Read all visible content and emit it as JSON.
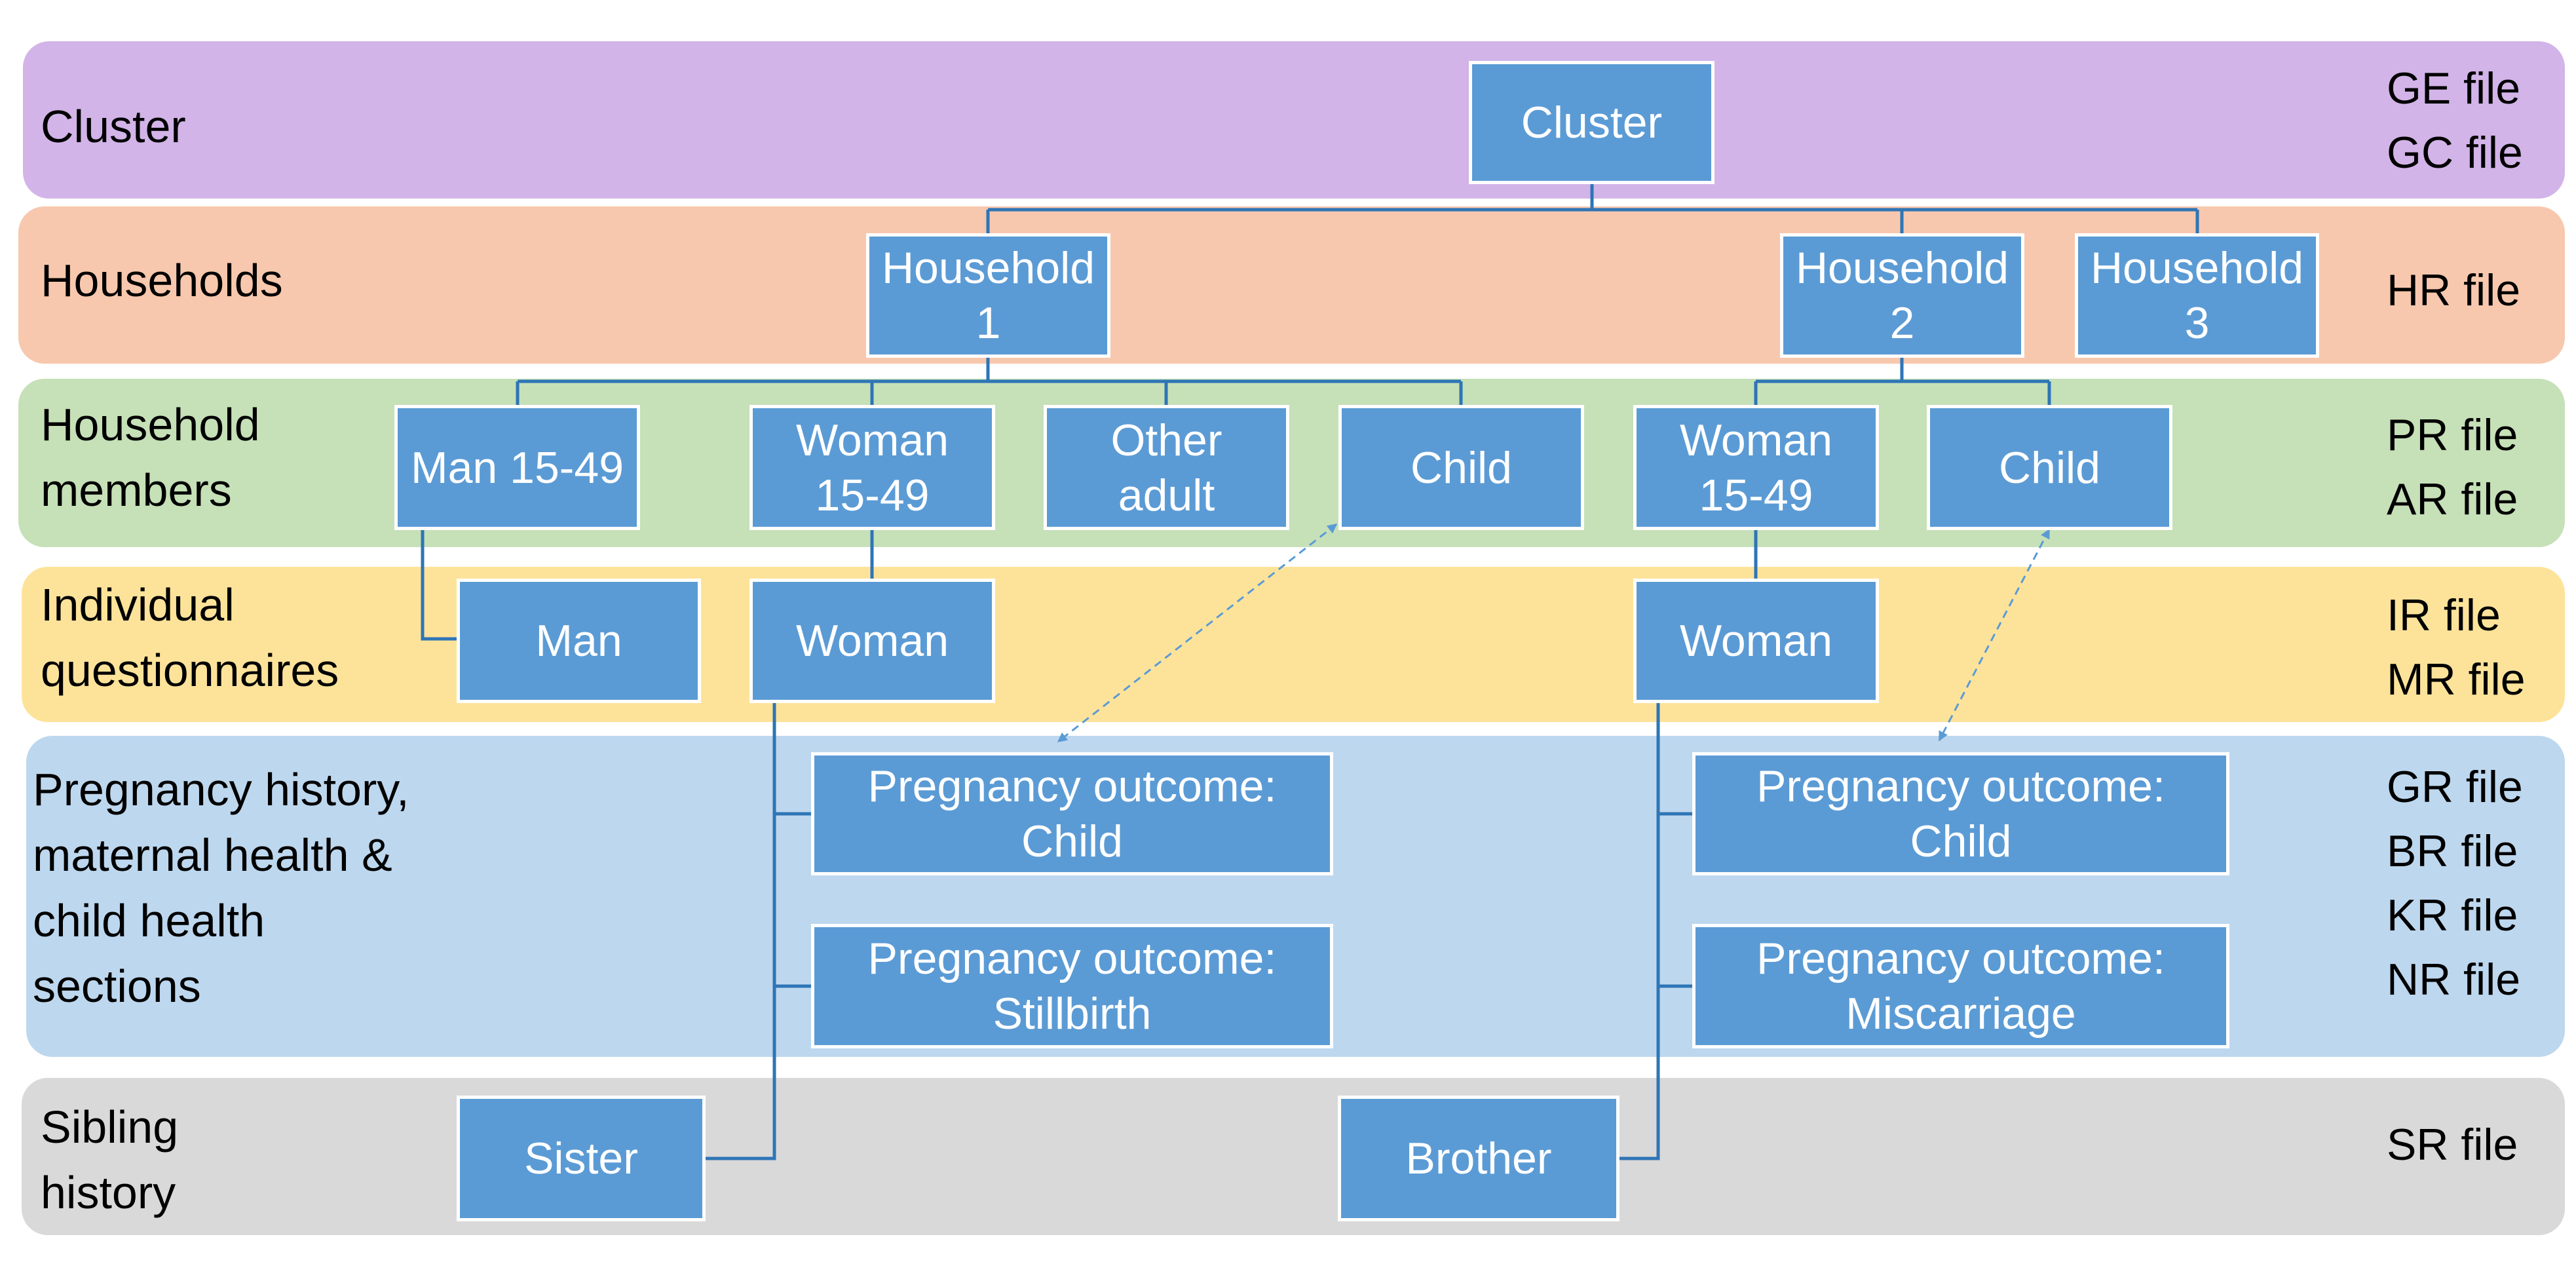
{
  "colors": {
    "cluster_band": "#d2b4e8",
    "households_band": "#f7c8ae",
    "members_band": "#c6e0b8",
    "individual_band": "#fde39a",
    "pregnancy_band": "#bdd7ee",
    "sibling_band": "#d9d9d9",
    "node_fill": "#5b9bd5",
    "node_border": "#ffffff",
    "connector": "#2e75b6"
  },
  "bands": {
    "cluster": {
      "label_lines": [
        "Cluster"
      ],
      "file_lines": [
        "GE file",
        "GC file"
      ]
    },
    "households": {
      "label_lines": [
        "Households"
      ],
      "file_lines": [
        "HR file"
      ]
    },
    "members": {
      "label_lines": [
        "Household",
        "members"
      ],
      "file_lines": [
        "PR file",
        "AR file"
      ]
    },
    "individual": {
      "label_lines": [
        "Individual",
        "questionnaires"
      ],
      "file_lines": [
        "IR file",
        "MR file"
      ]
    },
    "pregnancy": {
      "label_lines": [
        "Pregnancy history,",
        "maternal health &",
        "child health",
        "sections"
      ],
      "file_lines": [
        "GR file",
        "BR file",
        "KR file",
        "NR file"
      ]
    },
    "sibling": {
      "label_lines": [
        "Sibling",
        "history"
      ],
      "file_lines": [
        "SR file"
      ]
    }
  },
  "nodes": {
    "cluster": [
      "Cluster"
    ],
    "household_1": [
      "Household",
      "1"
    ],
    "household_2": [
      "Household",
      "2"
    ],
    "household_3": [
      "Household",
      "3"
    ],
    "man_member": [
      "Man 15-49"
    ],
    "woman_member_1": [
      "Woman",
      "15-49"
    ],
    "other_adult": [
      "Other",
      "adult"
    ],
    "child_member_1": [
      "Child"
    ],
    "woman_member_2": [
      "Woman",
      "15-49"
    ],
    "child_member_2": [
      "Child"
    ],
    "man_questionnaire": [
      "Man"
    ],
    "woman_questionnaire_1": [
      "Woman"
    ],
    "woman_questionnaire_2": [
      "Woman"
    ],
    "outcome_child_1": [
      "Pregnancy outcome:",
      "Child"
    ],
    "outcome_stillbirth": [
      "Pregnancy outcome:",
      "Stillbirth"
    ],
    "outcome_child_2": [
      "Pregnancy outcome:",
      "Child"
    ],
    "outcome_miscarriage": [
      "Pregnancy outcome:",
      "Miscarriage"
    ],
    "sister": [
      "Sister"
    ],
    "brother": [
      "Brother"
    ]
  }
}
